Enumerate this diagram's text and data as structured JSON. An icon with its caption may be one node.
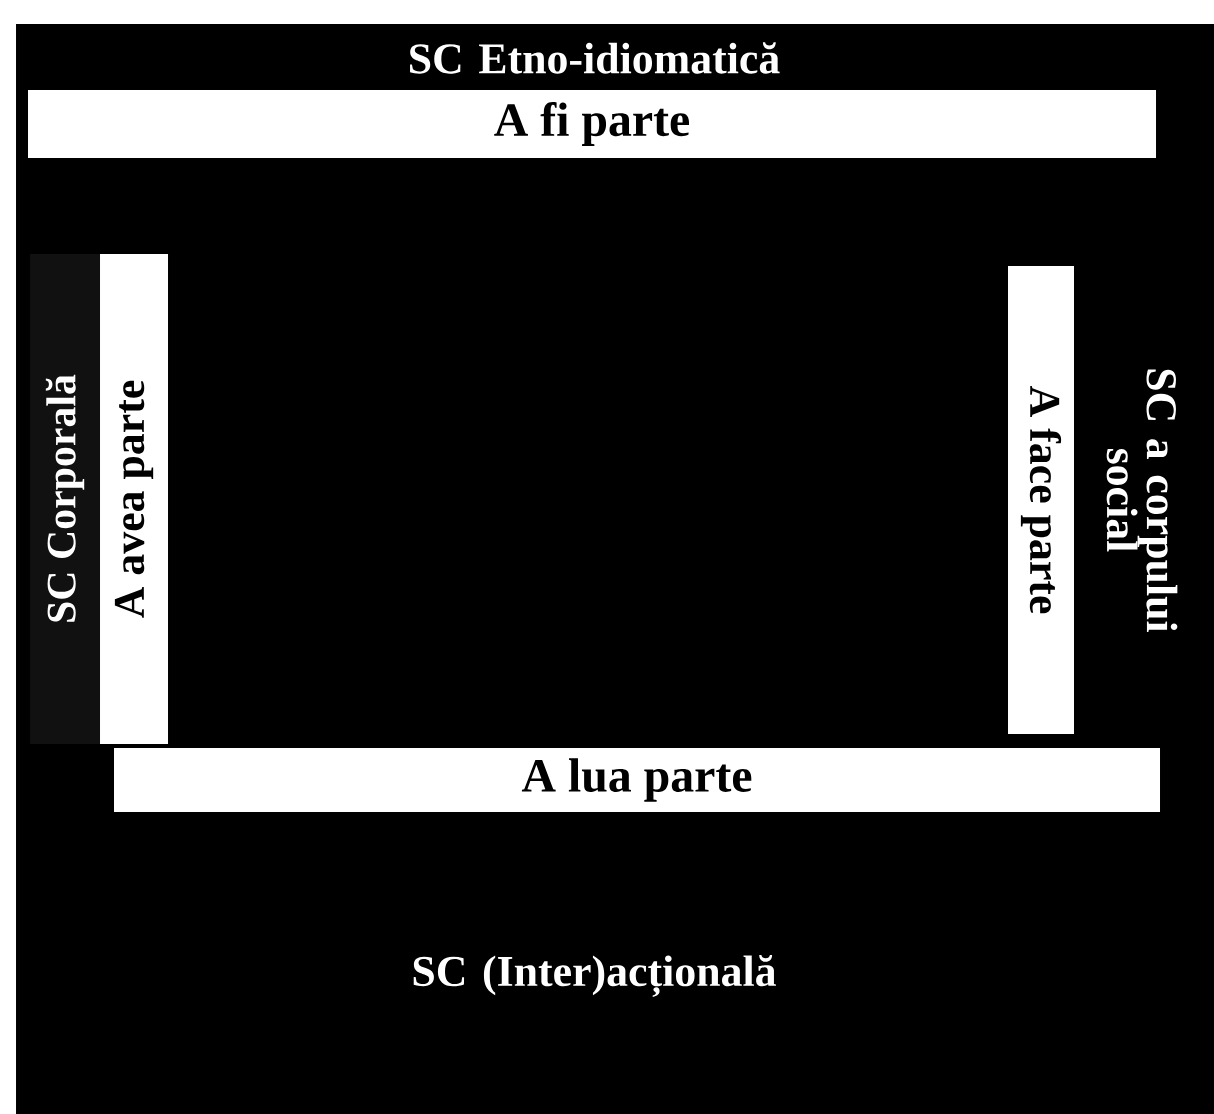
{
  "diagram": {
    "nodes": [
      {
        "text": [
          "A fi parte"
        ],
        "beside": [
          "SC Etno-idiomatică"
        ]
      },
      {
        "text": [
          "SC Corporală"
        ]
      },
      {
        "text": [
          "A avea parte"
        ]
      },
      {
        "text": [
          "A face parte"
        ],
        "beside": [
          "SC a corpului social"
        ]
      },
      {
        "text": [
          "A lua parte"
        ],
        "beside": [
          "SC (Inter)acțională"
        ]
      }
    ]
  }
}
